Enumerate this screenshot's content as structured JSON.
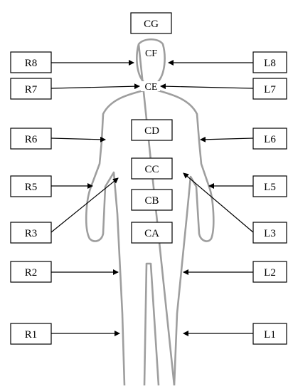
{
  "diagram": {
    "body_outline_color": "#9e9e9e",
    "line_color": "#000000",
    "center_labels": {
      "cg": "CG",
      "cf": "CF",
      "ce": "CE",
      "cd": "CD",
      "cc": "CC",
      "cb": "CB",
      "ca": "CA"
    },
    "right_labels": {
      "r8": "R8",
      "r7": "R7",
      "r6": "R6",
      "r5": "R5",
      "r3": "R3",
      "r2": "R2",
      "r1": "R1"
    },
    "left_labels": {
      "l8": "L8",
      "l7": "L7",
      "l6": "L6",
      "l5": "L5",
      "l3": "L3",
      "l2": "L2",
      "l1": "L1"
    }
  }
}
